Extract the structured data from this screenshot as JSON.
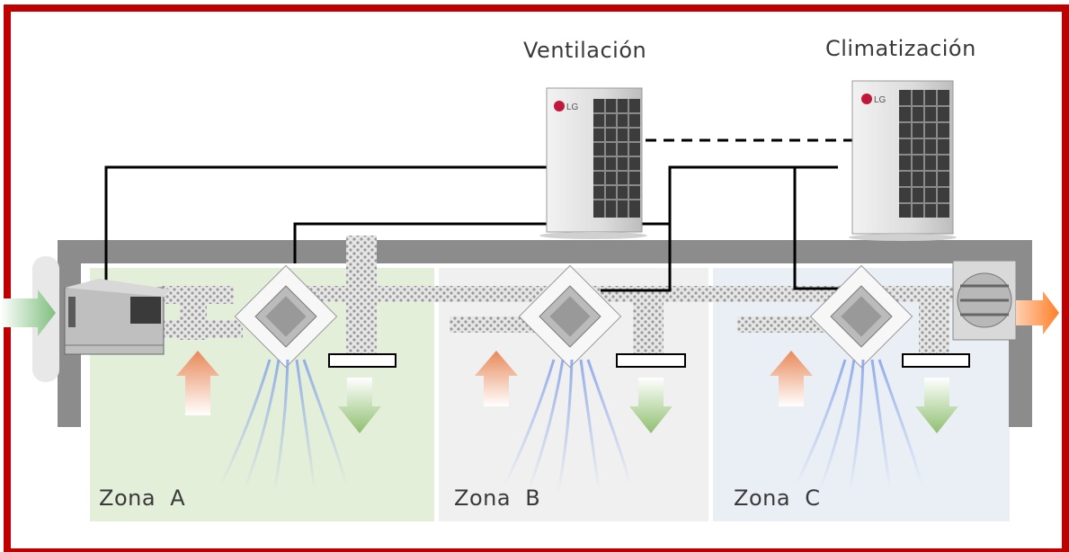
{
  "labels": {
    "ventilation": "Ventilación",
    "climatization": "Climatización",
    "zone_a": "Zona  A",
    "zone_b": "Zona  B",
    "zone_c": "Zona  C"
  },
  "outdoor_units": [
    {
      "brand": "LG"
    },
    {
      "brand": "LG"
    }
  ],
  "colors": {
    "frame": "#c00000",
    "duct_frame": "#8c8c8c",
    "zone_a_bg": "#e3efd9",
    "zone_b_bg": "#eeeeee",
    "zone_c_bg": "#e9eef4",
    "fresh_air_arrow": "#e8895a",
    "return_arrow": "#8fbf6f",
    "cold_air": "#8aa6e8",
    "exhaust_arrow": "#ff8c3a"
  }
}
